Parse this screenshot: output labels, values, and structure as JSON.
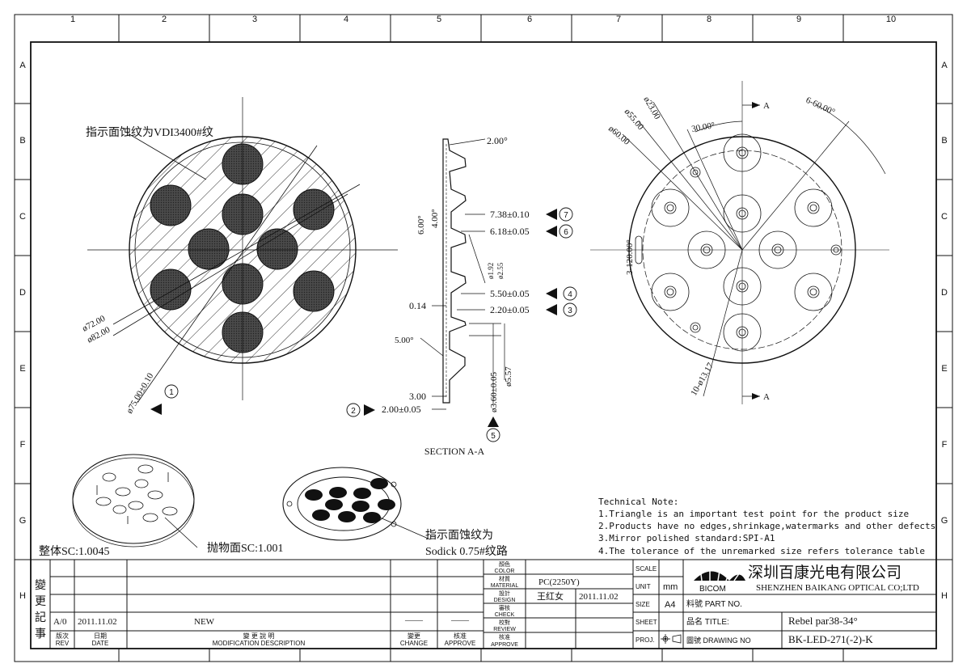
{
  "frame": {
    "cols": [
      "1",
      "2",
      "3",
      "4",
      "5",
      "6",
      "7",
      "8",
      "9",
      "10"
    ],
    "rows": [
      "A",
      "B",
      "C",
      "D",
      "E",
      "F",
      "G",
      "H"
    ]
  },
  "front_view": {
    "texture_note": "指示面蚀纹为VDI3400#纹",
    "dia_72": "ø72.00",
    "dia_82": "ø82.00",
    "dia_75": "ø75.00±0.10",
    "marker_1": "1"
  },
  "section": {
    "title": "SECTION A-A",
    "angle_2": "2.00°",
    "angle_6": "6.00°",
    "angle_4": "4.00°",
    "angle_5": "5.00°",
    "dim_738": "7.38±0.10",
    "dim_618": "6.18±0.05",
    "dim_550": "5.50±0.05",
    "dim_220": "2.20±0.05",
    "dim_014": "0.14",
    "dim_300": "3.00",
    "dim_200": "2.00±0.05",
    "dim_192": "ø1.92",
    "dim_255": "ø2.55",
    "dim_360": "ø3.60±0.05",
    "dim_557": "ø5.57",
    "m7": "7",
    "m6": "6",
    "m4": "4",
    "m3": "3",
    "m2": "2",
    "m5": "5"
  },
  "rear_view": {
    "d23": "ø23.00",
    "d55": "ø55.00",
    "d60": "ø60.00",
    "a30": "30.00°",
    "a660": "6-60.00°",
    "a120": "3-120.00°",
    "holes": "10-ø13.17",
    "sec_top": "A",
    "sec_bottom": "A"
  },
  "iso": {
    "overall_sc": "整体SC:1.0045",
    "polish_sc": "抛物面SC:1.001",
    "sodick_1": "指示面蚀纹为",
    "sodick_2": "Sodick 0.75#纹路"
  },
  "notes": {
    "title": "Technical Note:",
    "lines": [
      "1.Triangle is an important test point for the product size",
      "2.Products have no edges,shrinkage,watermarks and other defects",
      "3.Mirror polished standard:SPI-A1",
      "4.The tolerance of the unremarked size refers tolerance table"
    ]
  },
  "revisions": {
    "side_label": [
      "變",
      "更",
      "記",
      "事"
    ],
    "rev": "A/0",
    "date": "2011.11.02",
    "desc": "NEW",
    "change": "——",
    "approve": "——",
    "h_rev_cn": "版次",
    "h_rev_en": "REV",
    "h_date_cn": "日期",
    "h_date_en": "DATE",
    "h_desc_cn": "變 更 說 明",
    "h_desc_en": "MODIFICATION DESCRIPTION",
    "h_change_cn": "變更",
    "h_change_en": "CHANGE",
    "h_approve_cn": "核准",
    "h_approve_en": "APPROVE"
  },
  "title_block": {
    "color_cn": "顏色",
    "color_en": "COLOR",
    "material_cn": "材質",
    "material_en": "MATERIAL",
    "material": "PC(2250Y)",
    "design_cn": "設計",
    "design_en": "DESIGN",
    "designer": "王红女",
    "design_date": "2011.11.02",
    "check_cn": "審核",
    "check_en": "CHECK",
    "review_cn": "校對",
    "review_en": "REVIEW",
    "approve_cn": "核准",
    "approve_en": "APPROVE",
    "scale": "SCALE",
    "unit": "UNIT",
    "unit_val": "mm",
    "size": "SIZE",
    "size_val": "A4",
    "sheet": "SHEET",
    "proj": "PROJ.",
    "company_cn": "深圳百康光电有限公司",
    "company_en": "SHENZHEN BAIKANG OPTICAL CO;LTD",
    "logo": "BICOM",
    "part_no": "料號 PART NO.",
    "title_lbl": "品名 TITLE:",
    "title_val": "Rebel par38-34°",
    "drawing_lbl": "圖號 DRAWING NO",
    "drawing_val": "BK-LED-271(-2)-K"
  }
}
